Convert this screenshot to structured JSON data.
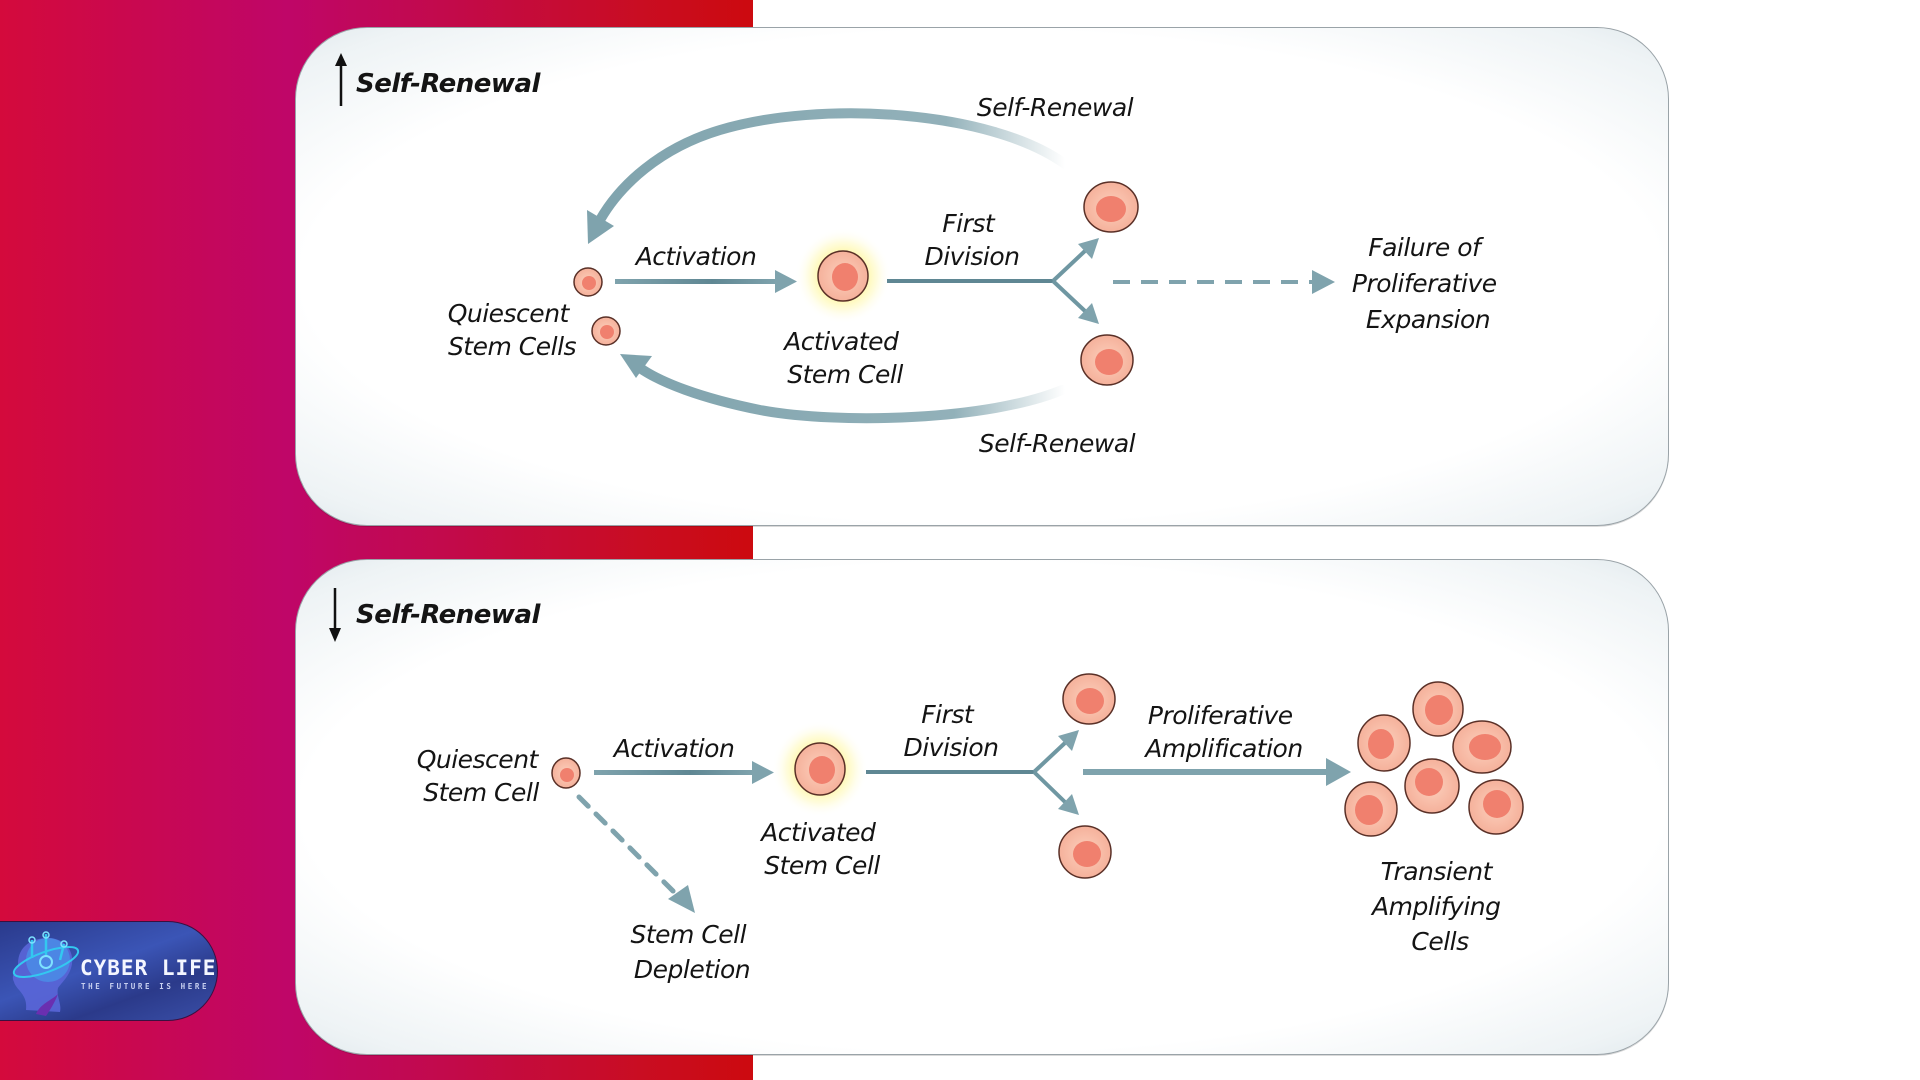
{
  "colors": {
    "background_block_start": "#d40a3c",
    "background_block_mid": "#bf0668",
    "background_block_end": "#cc0a0f",
    "arrow": "#7fa3ad",
    "arrow_dark": "#5f8793",
    "cell_membrane": "#f7b9a2",
    "cell_nucleus": "#f0806e",
    "cell_outline": "#5a3027",
    "activation_glow": "#fff27a",
    "text": "#141414"
  },
  "logo": {
    "title": "CYBER LIFE",
    "subtitle": "THE FUTURE IS HERE",
    "icon": "cyber-head-icon"
  },
  "panels": [
    {
      "id": "increased-self-renewal",
      "header": {
        "direction_icon": "arrow-up-icon",
        "label": "Self-Renewal",
        "direction": "increased"
      },
      "nodes": {
        "quiescent_label": [
          "Quiescent",
          "Stem Cells"
        ],
        "activation_label": "Activation",
        "activated_label": [
          "Activated",
          "Stem Cell"
        ],
        "division_label": [
          "First",
          "Division"
        ],
        "outcome_label": [
          "Failure of",
          "Proliferative",
          "Expansion"
        ],
        "upper_loop_label": "Self-Renewal",
        "lower_loop_label": "Self-Renewal"
      },
      "cell_counts": {
        "quiescent": 2,
        "activated": 1,
        "daughters": 2
      }
    },
    {
      "id": "decreased-self-renewal",
      "header": {
        "direction_icon": "arrow-down-icon",
        "label": "Self-Renewal",
        "direction": "decreased"
      },
      "nodes": {
        "quiescent_label": [
          "Quiescent",
          "Stem Cell"
        ],
        "activation_label": "Activation",
        "activated_label": [
          "Activated",
          "Stem Cell"
        ],
        "division_label": [
          "First",
          "Division"
        ],
        "amplification_label": [
          "Proliferative",
          "Amplification"
        ],
        "outcome_label": [
          "Transient",
          "Amplifying",
          "Cells"
        ],
        "depletion_label": [
          "Stem Cell",
          "Depletion"
        ]
      },
      "cell_counts": {
        "quiescent": 1,
        "activated": 1,
        "daughters": 2,
        "transient_amplifying": 6
      }
    }
  ]
}
